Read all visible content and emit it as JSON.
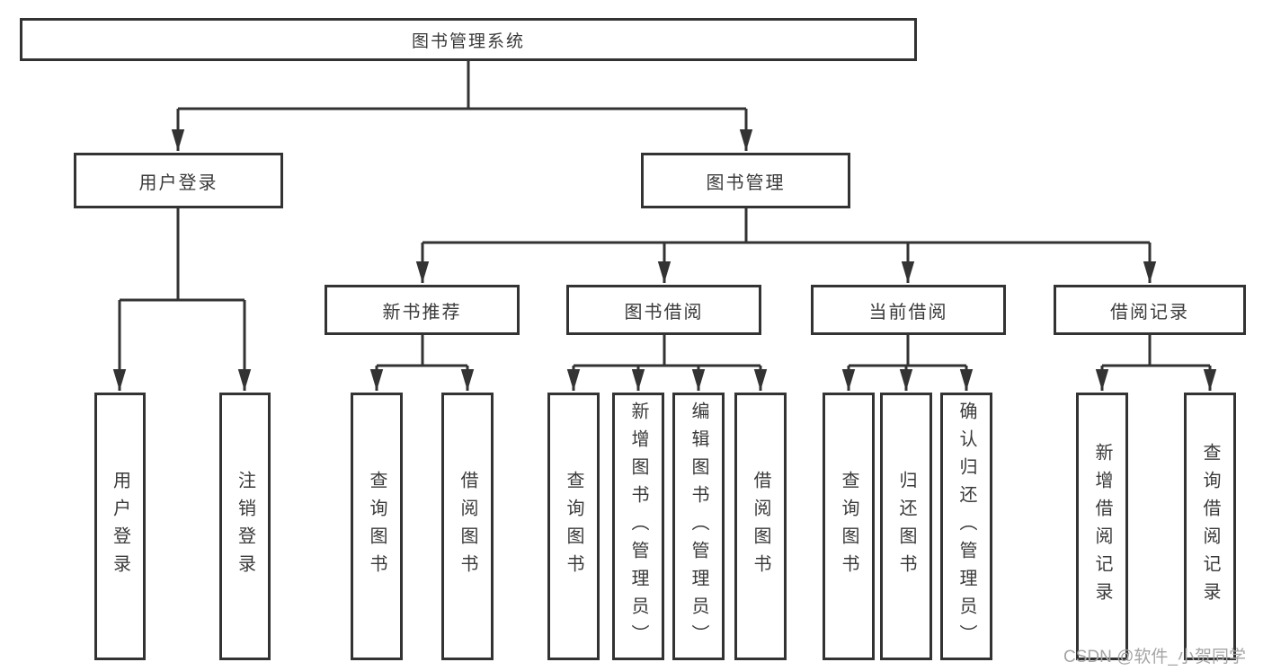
{
  "diagram": {
    "type": "hierarchy-tree",
    "root": {
      "label": "图书管理系统",
      "children": [
        {
          "label": "用户登录",
          "children": [
            {
              "label": "用户登录"
            },
            {
              "label": "注销登录"
            }
          ]
        },
        {
          "label": "图书管理",
          "children": [
            {
              "label": "新书推荐",
              "children": [
                {
                  "label": "查询图书"
                },
                {
                  "label": "借阅图书"
                }
              ]
            },
            {
              "label": "图书借阅",
              "children": [
                {
                  "label": "查询图书"
                },
                {
                  "label": "新增图书（管理员）"
                },
                {
                  "label": "编辑图书（管理员）"
                },
                {
                  "label": "借阅图书"
                }
              ]
            },
            {
              "label": "当前借阅",
              "children": [
                {
                  "label": "查询图书"
                },
                {
                  "label": "归还图书"
                },
                {
                  "label": "确认归还（管理员）"
                }
              ]
            },
            {
              "label": "借阅记录",
              "children": [
                {
                  "label": "新增借阅记录"
                },
                {
                  "label": "查询借阅记录"
                }
              ]
            }
          ]
        }
      ]
    }
  },
  "watermark": {
    "text": "CSDN @软件_小贺同学"
  },
  "colors": {
    "line": "#333333",
    "box_border": "#333333",
    "text": "#3a3a3a",
    "background": "#ffffff",
    "watermark": "#a5a5a5"
  }
}
